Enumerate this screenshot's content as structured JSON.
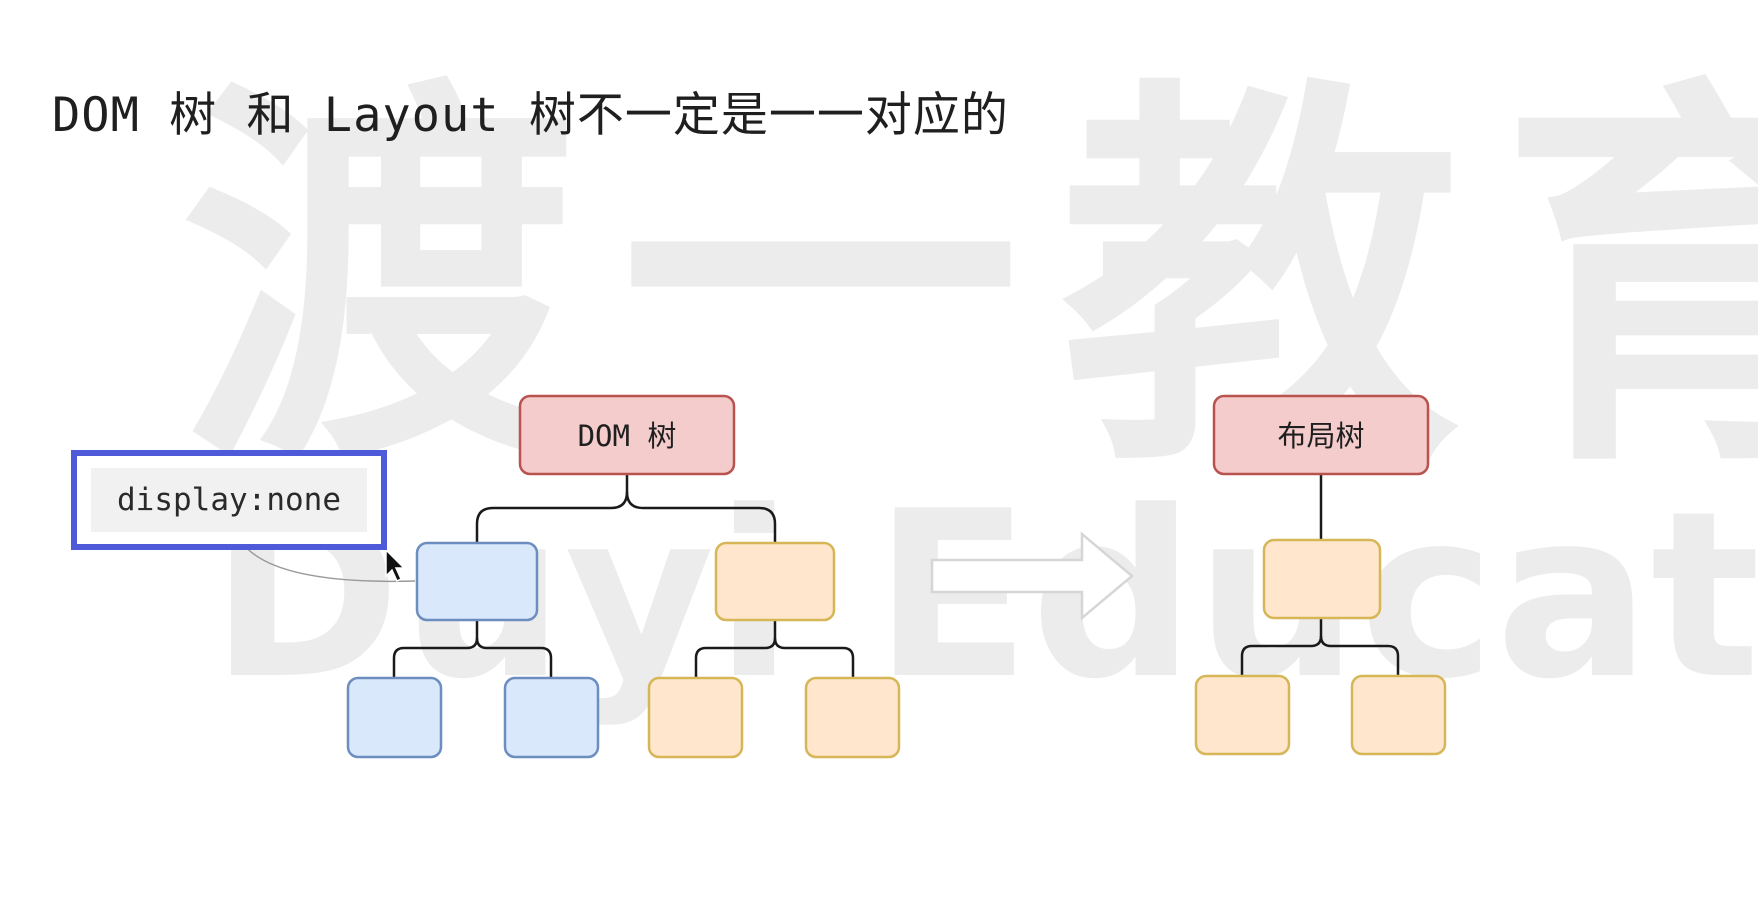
{
  "title": "DOM 树 和 Layout 树不一定是一一对应的",
  "watermark": {
    "chinese": "渡一教育",
    "english": "Duyi Education"
  },
  "dom_tree": {
    "root_label": "DOM 树"
  },
  "layout_tree": {
    "root_label": "布局树"
  },
  "callout": {
    "text": "display:none"
  },
  "colors": {
    "root_fill": "#f4cccc",
    "root_stroke": "#b85450",
    "blue_fill": "#dae8fc",
    "blue_stroke": "#6c8ebf",
    "orange_fill": "#ffe6cc",
    "orange_stroke": "#d6b656",
    "callout_border": "#4f5ad8"
  }
}
